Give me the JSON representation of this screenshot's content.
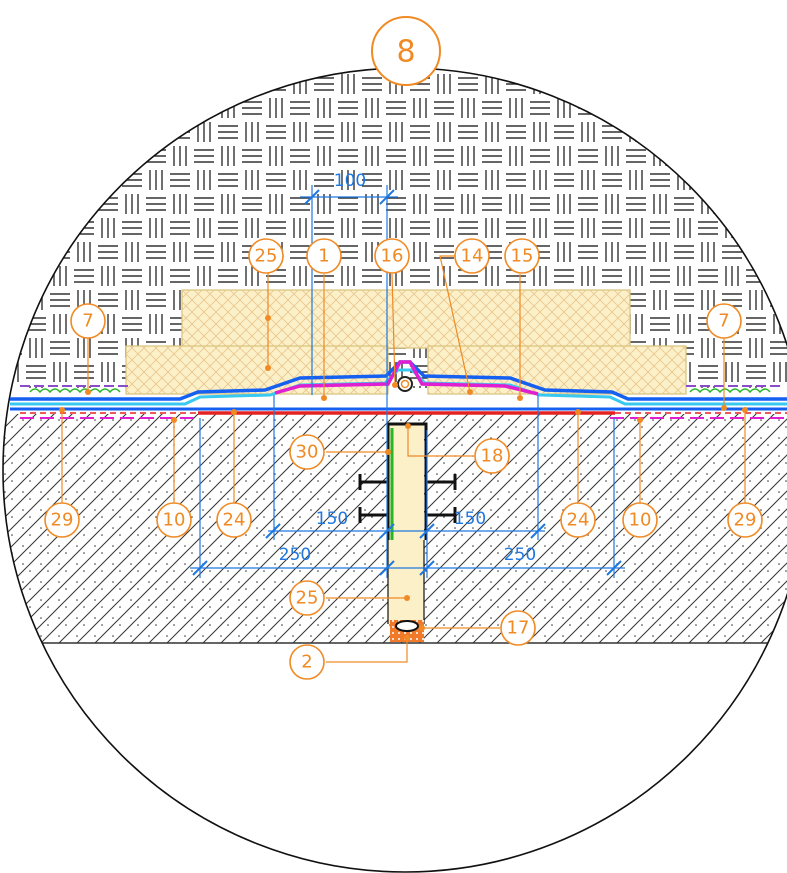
{
  "detail": {
    "number": "8"
  },
  "dimensions": {
    "top": "100",
    "inner_left": "150",
    "inner_right": "150",
    "outer_left": "250",
    "outer_right": "250"
  },
  "callouts": {
    "c25_top": "25",
    "c1": "1",
    "c16": "16",
    "c14": "14",
    "c15": "15",
    "c7_left": "7",
    "c7_right": "7",
    "c30": "30",
    "c18": "18",
    "c29_left": "29",
    "c10_left": "10",
    "c24_left": "24",
    "c24_right": "24",
    "c10_right": "10",
    "c29_right": "29",
    "c25_bottom": "25",
    "c17": "17",
    "c2": "2"
  },
  "colors": {
    "callout": "#f08a24",
    "dimension": "#1f78e0",
    "insulation_fill": "#fbf0c8",
    "membrane_blue": "#1560f0",
    "membrane_cyan": "#38c8f0",
    "magenta": "#e020d0",
    "red": "#e52222",
    "green": "#29b524",
    "hatch": "#333333"
  }
}
